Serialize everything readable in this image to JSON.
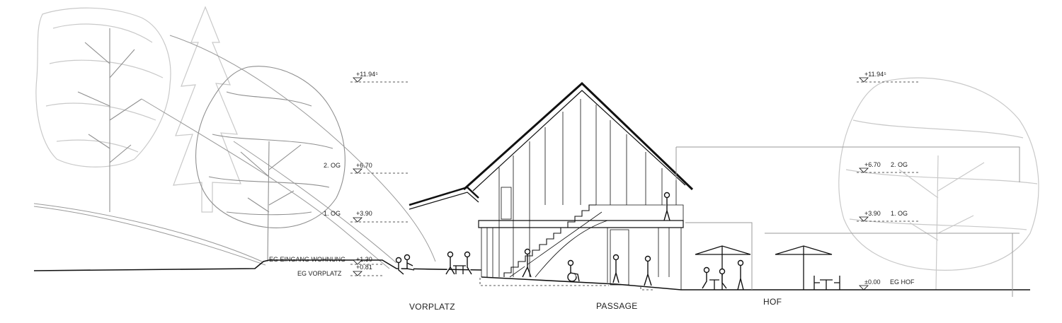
{
  "levels": {
    "left_top": "+11.94⁵",
    "left_og2_name": "2. OG",
    "left_og2_value": "+6.70",
    "left_og1_name": "1. OG",
    "left_og1_value": "+3.90",
    "left_eg_wohnung_name": "EG EINGANG WOHNUNG",
    "left_eg_wohnung_value": "+1.30",
    "left_eg_vorplatz_name": "EG VORPLATZ",
    "left_eg_vorplatz_value": "+0.81",
    "right_top": "+11.94⁵",
    "right_og2_value": "+6.70",
    "right_og2_name": "2. OG",
    "right_og1_value": "+3.90",
    "right_og1_name": "1. OG",
    "right_hof_value": "±0.00",
    "right_hof_name": "EG HOF"
  },
  "zones": {
    "vorplatz": "VORPLATZ",
    "passage": "PASSAGE",
    "hof": "HOF"
  }
}
